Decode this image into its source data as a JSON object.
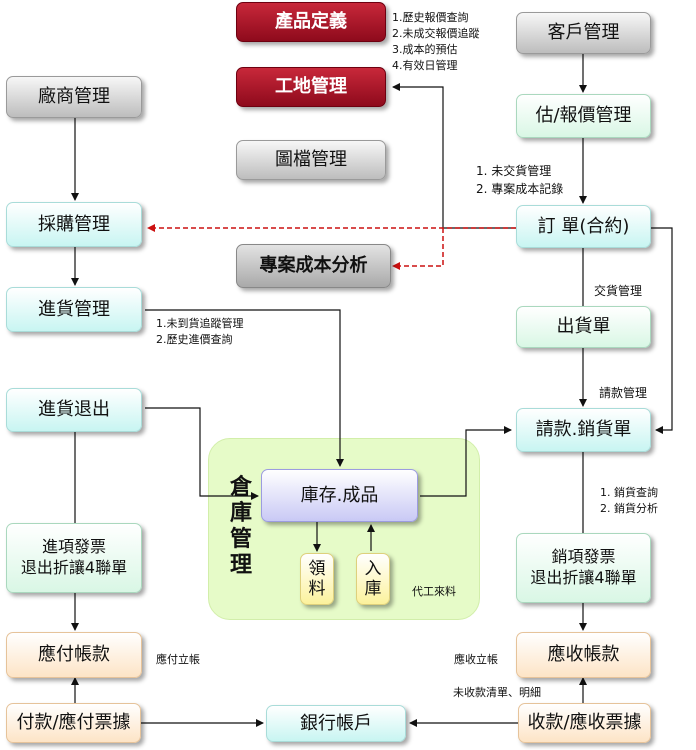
{
  "boxes": {
    "product_def": "產品定義",
    "site_mgmt": "工地管理",
    "drawing_mgmt": "圖檔管理",
    "project_cost": "專案成本分析",
    "customer_mgmt": "客戶管理",
    "quote_mgmt": "估/報價管理",
    "order": "訂 單(合約)",
    "shipping_note": "出貨單",
    "billing": "請款.銷貨單",
    "sales_invoice": "銷項發票\n退出折讓4聯單",
    "receivables": "應收帳款",
    "collection": "收款/應收票據",
    "vendor_mgmt": "廠商管理",
    "purchase_mgmt": "採購管理",
    "receiving_mgmt": "進貨管理",
    "purchase_return": "進貨退出",
    "input_invoice": "進項發票\n退出折讓4聯單",
    "payables": "應付帳款",
    "payment": "付款/應付票據",
    "bank_account": "銀行帳戶",
    "inventory": "庫存.成品",
    "warehouse": "倉\n庫\n管\n理",
    "material_issue": "領\n料",
    "stock_in": "入\n庫"
  },
  "annotations": {
    "product_notes": [
      "1.歷史報價查詢",
      "2.未成交報價追蹤",
      "3.成本的預估",
      "4.有效日管理"
    ],
    "order_notes": [
      "1. 未交貨管理",
      "2. 專案成本記錄"
    ],
    "delivery_mgmt": "交貨管理",
    "billing_mgmt": "請款管理",
    "sales_notes": [
      "1. 銷貨查詢",
      "2. 銷貨分析"
    ],
    "receiving_notes": [
      "1.未到貨追蹤管理",
      "2.歷史進價查詢"
    ],
    "oem_material": "代工來料",
    "payable_entry": "應付立帳",
    "receivable_entry": "應收立帳",
    "receipt_detail": "未收款清單、明細"
  }
}
